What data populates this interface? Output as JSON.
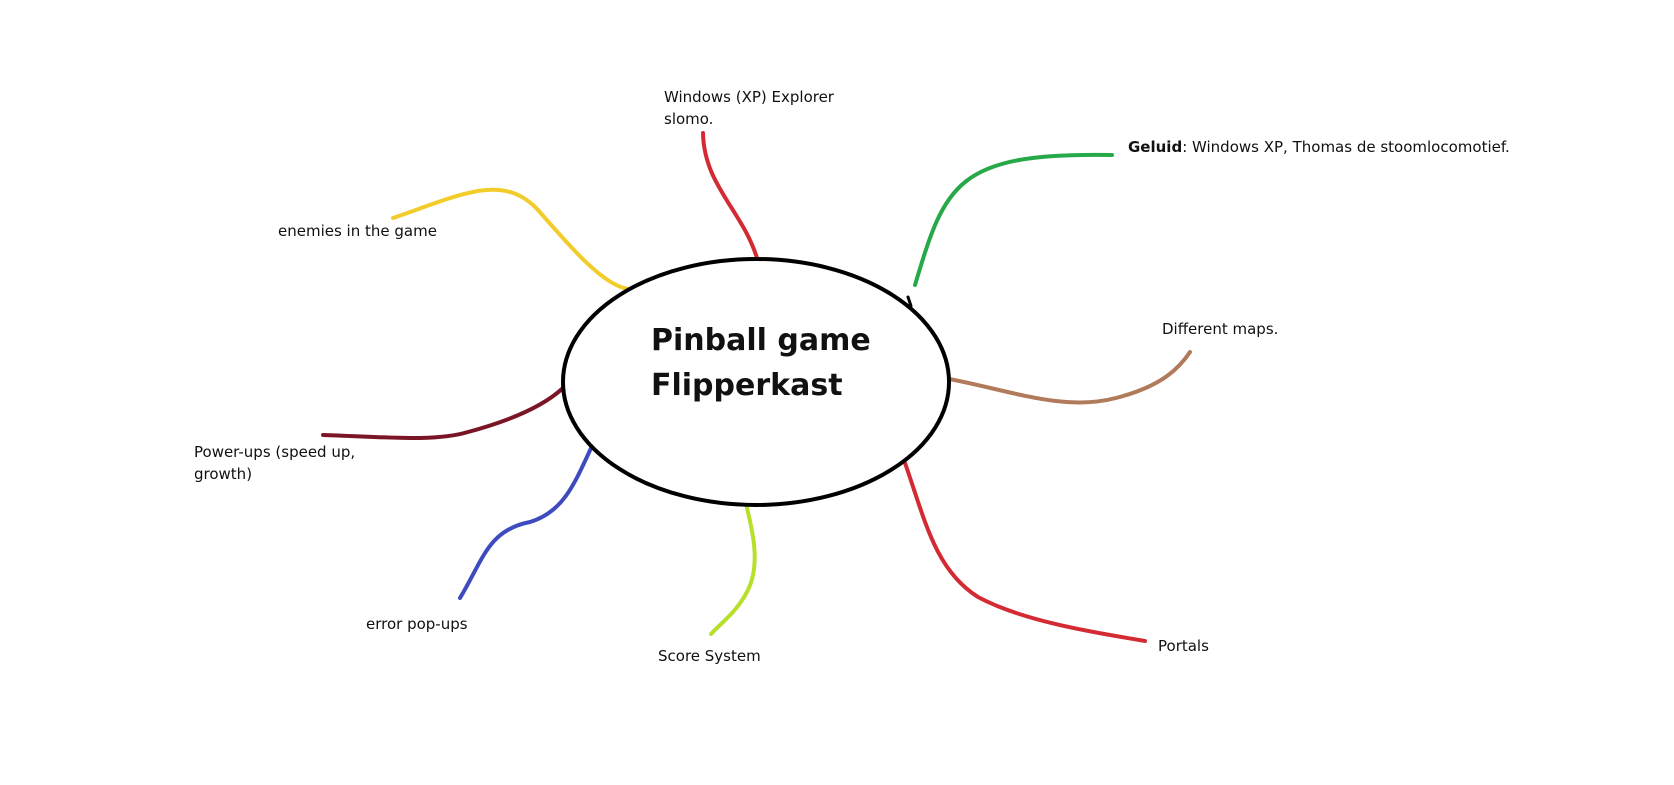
{
  "center": {
    "title_line1": "Pinball game",
    "title_line2": "Flipperkast",
    "outline_color": "#000000"
  },
  "branches": {
    "explorer": {
      "line1": "Windows (XP) Explorer",
      "line2": "slomo.",
      "color": "#d42a33"
    },
    "geluid": {
      "bold": "Geluid",
      "rest": ": Windows XP, Thomas de stoomlocomotief.",
      "color": "#27a94a"
    },
    "enemies": {
      "line1": "enemies in the game",
      "color": "#f2cc2a"
    },
    "maps": {
      "line1": "Different maps.",
      "color": "#b07a5b"
    },
    "powerups": {
      "line1": "Power-ups (speed up,",
      "line2": "growth)",
      "color": "#7a1525"
    },
    "errors": {
      "line1": "error pop-ups",
      "color": "#3d4bbf"
    },
    "score": {
      "line1": "Score System",
      "color": "#b6e02b"
    },
    "portals": {
      "line1": "Portals",
      "color": "#d42a33"
    }
  }
}
